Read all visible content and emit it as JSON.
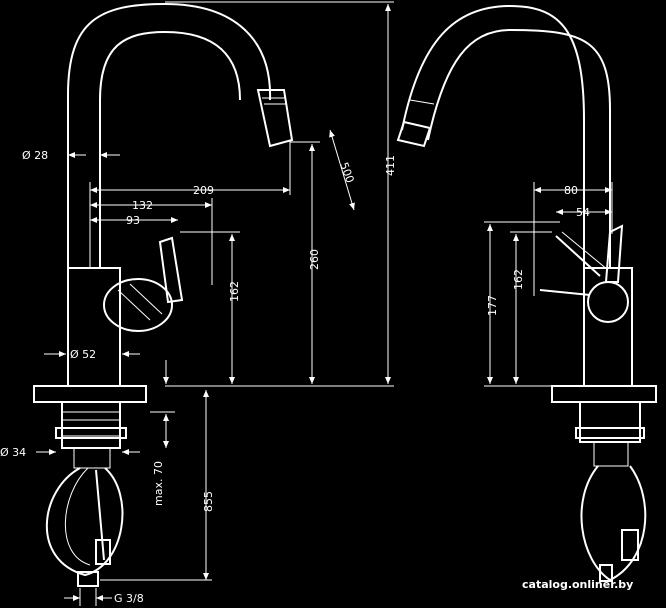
{
  "dimensions": {
    "d28": "Ø 28",
    "d52": "Ø 52",
    "d34": "Ø 34",
    "l209": "209",
    "l132": "132",
    "l93": "93",
    "l260": "260",
    "l411": "411",
    "l162_left": "162",
    "l500": "500",
    "l80": "80",
    "l54": "54",
    "l177": "177",
    "l162_right": "162",
    "max70": "max. 70",
    "l855": "855",
    "g38": "G 3/8"
  },
  "watermark": "catalog.onliner.by"
}
